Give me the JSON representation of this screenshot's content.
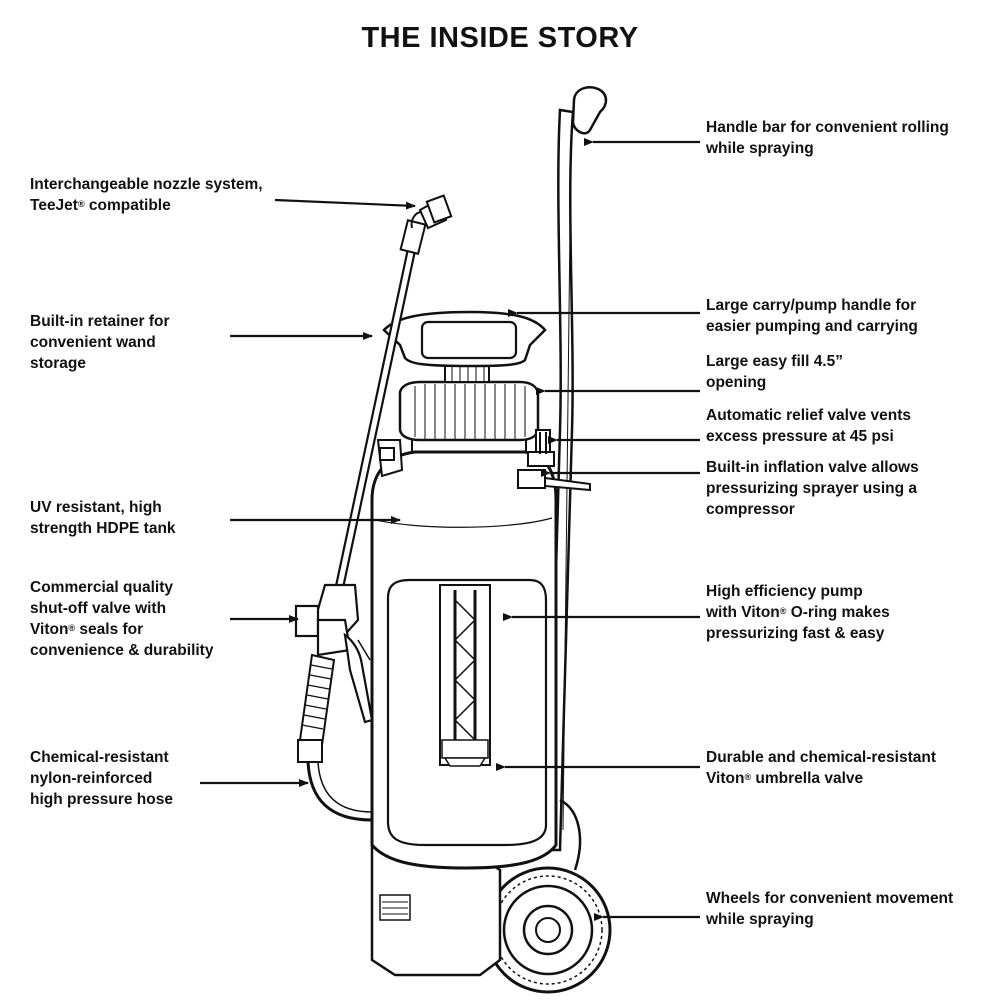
{
  "title": "THE INSIDE STORY",
  "labels": {
    "nozzle": {
      "line1": "Interchangeable nozzle system,",
      "line2a": "TeeJet",
      "line2b": " compatible"
    },
    "retainer": {
      "line1": "Built-in retainer for",
      "line2": "convenient wand",
      "line3": "storage"
    },
    "tank": {
      "line1": "UV resistant, high",
      "line2": "strength HDPE tank"
    },
    "valve": {
      "line1": "Commercial quality",
      "line2": "shut-off valve with",
      "line3a": "Viton",
      "line3b": " seals for",
      "line4": "convenience & durability"
    },
    "hose": {
      "line1": "Chemical-resistant",
      "line2": "nylon-reinforced",
      "line3": "high pressure hose"
    },
    "handlebar": {
      "line1": "Handle bar for convenient rolling",
      "line2": "while spraying"
    },
    "carry": {
      "line1": "Large carry/pump handle for",
      "line2": "easier pumping and carrying"
    },
    "fill": {
      "line1": "Large easy fill 4.5”",
      "line2": "opening"
    },
    "relief": {
      "line1": "Automatic relief valve vents",
      "line2": "excess pressure at 45 psi"
    },
    "inflation": {
      "line1": "Built-in inflation valve allows",
      "line2": "pressurizing sprayer using a",
      "line3": "compressor"
    },
    "pump": {
      "line1": "High efficiency pump",
      "line2a": "with Viton",
      "line2b": " O-ring makes",
      "line3": "pressurizing fast & easy"
    },
    "umbrella": {
      "line1": "Durable and chemical-resistant",
      "line2a": "Viton",
      "line2b": " umbrella valve"
    },
    "wheels": {
      "line1": "Wheels for convenient movement",
      "line2": "while spraying"
    }
  },
  "registered_mark": "®"
}
